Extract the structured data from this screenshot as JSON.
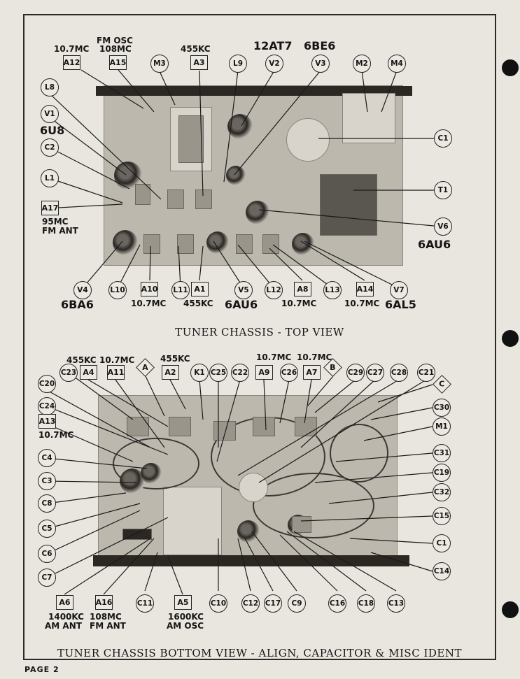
{
  "page_label": "PAGE 2",
  "top_view": {
    "caption": "TUNER CHASSIS - TOP VIEW",
    "labels": {
      "A12": "A12",
      "A15": "A15",
      "M3": "M3",
      "A3": "A3",
      "L9": "L9",
      "V2": "V2",
      "V3": "V3",
      "M2": "M2",
      "M4": "M4",
      "L8": "L8",
      "V1": "V1",
      "C2": "C2",
      "L1": "L1",
      "A17": "A17",
      "C1": "C1",
      "T1": "T1",
      "V6": "V6",
      "V4": "V4",
      "L10": "L10",
      "A10": "A10",
      "L11": "L11",
      "A1": "A1",
      "V5": "V5",
      "L12": "L12",
      "A8": "A8",
      "L13": "L13",
      "A14": "A14",
      "V7": "V7"
    },
    "notes": {
      "mc107_a12": "10.7MC",
      "fm_osc": "FM OSC",
      "mc108": "108MC",
      "kc455_a3": "455KC",
      "tube_12at7": "12AT7",
      "tube_6be6": "6BE6",
      "tube_6u8": "6U8",
      "mc95": "95MC",
      "fm_ant": "FM ANT",
      "tube_6au6_v6": "6AU6",
      "tube_6ba6": "6BA6",
      "mc107_a10": "10.7MC",
      "kc455_a1": "455KC",
      "tube_6au6_v5": "6AU6",
      "mc107_a8": "10.7MC",
      "mc107_a14": "10.7MC",
      "tube_6al5": "6AL5"
    }
  },
  "bottom_view": {
    "caption": "TUNER CHASSIS BOTTOM VIEW - ALIGN, CAPACITOR & MISC IDENT",
    "labels": {
      "C23": "C23",
      "A4": "A4",
      "A11": "A11",
      "A": "A",
      "A2": "A2",
      "K1": "K1",
      "C25": "C25",
      "C22": "C22",
      "A9": "A9",
      "C26": "C26",
      "A7": "A7",
      "B": "B",
      "C29": "C29",
      "C27": "C27",
      "C28": "C28",
      "C21": "C21",
      "C20": "C20",
      "C": "C",
      "C24": "C24",
      "C30": "C30",
      "A13": "A13",
      "M1": "M1",
      "C4": "C4",
      "C31": "C31",
      "C3": "C3",
      "C19": "C19",
      "C8": "C8",
      "C32": "C32",
      "C5": "C5",
      "C15": "C15",
      "C6": "C6",
      "C1": "C1",
      "C7": "C7",
      "C14": "C14",
      "A6": "A6",
      "A16": "A16",
      "C11": "C11",
      "A5": "A5",
      "C10": "C10",
      "C12": "C12",
      "C17": "C17",
      "C9": "C9",
      "C16": "C16",
      "C18": "C18",
      "C13": "C13"
    },
    "notes": {
      "kc455_a4": "455KC",
      "mc107_a11": "10.7MC",
      "kc455_a2": "455KC",
      "mc107_a9": "10.7MC",
      "mc107_a7": "10.7MC",
      "mc107_a13": "10.7MC",
      "kc1400": "1400KC",
      "am_ant": "AM ANT",
      "mc108_a16": "108MC",
      "fm_ant_a16": "FM ANT",
      "kc1600": "1600KC",
      "am_osc": "AM OSC"
    }
  }
}
